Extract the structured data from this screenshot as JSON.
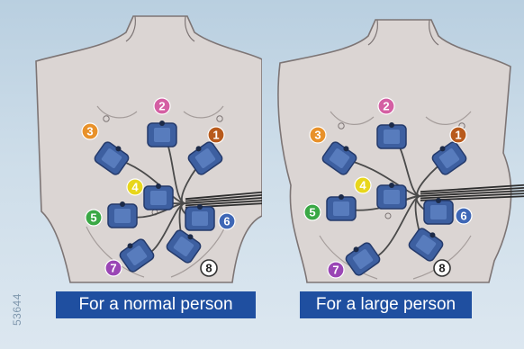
{
  "figure_id": "53644",
  "panels": [
    {
      "id": "normal",
      "caption": "For a normal person",
      "markers": [
        {
          "label": "1",
          "color": "#b85a1c"
        },
        {
          "label": "2",
          "color": "#d45fa3"
        },
        {
          "label": "3",
          "color": "#e8912a"
        },
        {
          "label": "4",
          "color": "#e8d61c"
        },
        {
          "label": "5",
          "color": "#3aa845"
        },
        {
          "label": "6",
          "color": "#3e67b6"
        },
        {
          "label": "7",
          "color": "#9a46b5"
        },
        {
          "label": "8",
          "color": "#ffffff"
        }
      ]
    },
    {
      "id": "large",
      "caption": "For a large person",
      "markers": [
        {
          "label": "1",
          "color": "#b85a1c"
        },
        {
          "label": "2",
          "color": "#d45fa3"
        },
        {
          "label": "3",
          "color": "#e8912a"
        },
        {
          "label": "4",
          "color": "#e8d61c"
        },
        {
          "label": "5",
          "color": "#3aa845"
        },
        {
          "label": "6",
          "color": "#3e67b6"
        },
        {
          "label": "7",
          "color": "#9a46b5"
        },
        {
          "label": "8",
          "color": "#ffffff"
        }
      ]
    }
  ],
  "colors": {
    "background": "#c8d8e6",
    "skin": "#dbd5d3",
    "outline": "#7d7575",
    "electrode": "#3d5fa0",
    "electrode_dark": "#243a6b",
    "cable": "#4a4a4a",
    "caption_bg": "#1f4fa0"
  },
  "icons": {
    "electrode": "electrode-pad-icon",
    "marker": "numbered-circle-icon"
  }
}
